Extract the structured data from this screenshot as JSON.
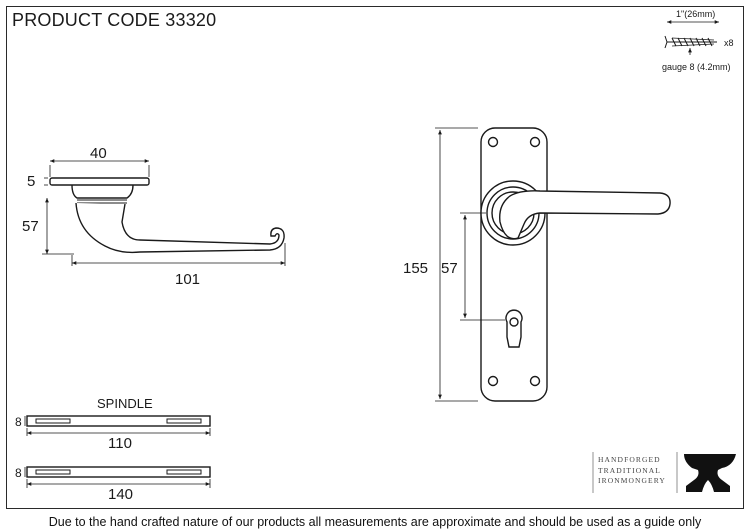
{
  "header": {
    "product_code": "PRODUCT CODE  33320"
  },
  "screw": {
    "length_label": "1\"(26mm)",
    "quantity_label": "x8",
    "gauge_label": "gauge 8 (4.2mm)"
  },
  "lever_side": {
    "rose_width": "40",
    "rose_thickness": "5",
    "lever_height": "57",
    "lever_projection": "101"
  },
  "plate_front": {
    "plate_height": "155",
    "lever_to_keyhole": "57"
  },
  "spindles": {
    "heading": "SPINDLE",
    "short": {
      "size": "8",
      "length": "110"
    },
    "long": {
      "size": "8",
      "length": "140"
    }
  },
  "logo": {
    "lines": [
      "HANDFORGED",
      "TRADITIONAL",
      "IRONMONGERY"
    ]
  },
  "footer": {
    "disclaimer": "Due to the hand crafted nature of our products all measurements are approximate and should be used as a guide only"
  }
}
